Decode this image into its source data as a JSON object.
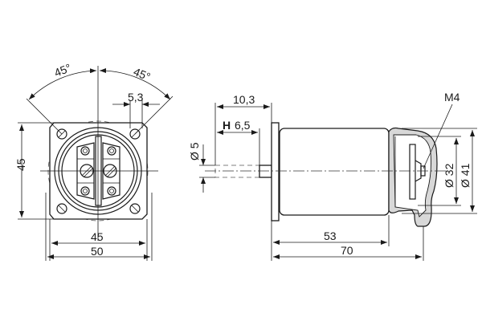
{
  "drawing": {
    "front_view": {
      "angle_left": "45°",
      "angle_right": "45°",
      "hole_spacing": "5,3",
      "height": "45",
      "inner_width": "45",
      "outer_width": "50"
    },
    "side_view": {
      "shaft_length_total": "10,3",
      "flat_label": "H",
      "flat_length": "6,5",
      "shaft_diameter": "Ø 5",
      "thread": "M4",
      "diameter_inner": "Ø 32",
      "diameter_outer": "Ø 41",
      "body_length": "53",
      "total_length": "70"
    }
  }
}
